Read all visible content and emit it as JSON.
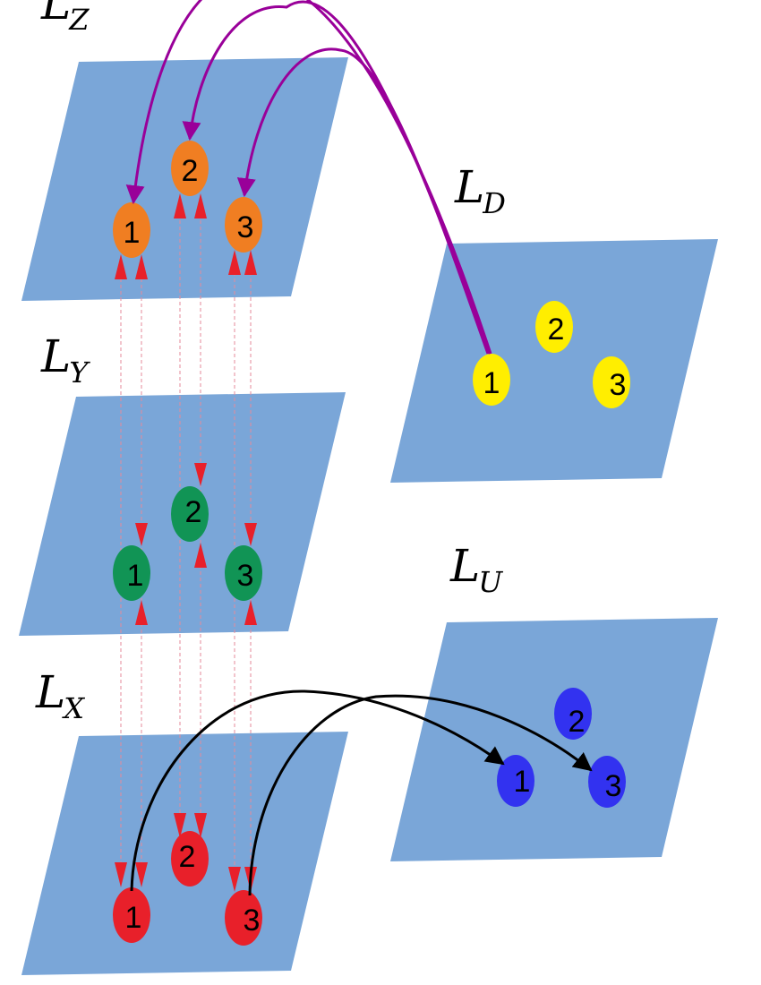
{
  "colors": {
    "plane": "#7aa6d8",
    "marker": "#e8202a",
    "link_purple": "#990099",
    "link_black": "#000000"
  },
  "layers": {
    "LZ": {
      "main": "L",
      "sub": "Z",
      "node_color": "#f07e22",
      "nodes": [
        "1",
        "2",
        "3"
      ]
    },
    "LY": {
      "main": "L",
      "sub": "Y",
      "node_color": "#119455",
      "nodes": [
        "1",
        "2",
        "3"
      ]
    },
    "LX": {
      "main": "L",
      "sub": "X",
      "node_color": "#e8202a",
      "nodes": [
        "1",
        "2",
        "3"
      ]
    },
    "LD": {
      "main": "L",
      "sub": "D",
      "node_color": "#ffee00",
      "nodes": [
        "1",
        "2",
        "3"
      ]
    },
    "LU": {
      "main": "L",
      "sub": "U",
      "node_color": "#3232f0",
      "nodes": [
        "1",
        "2",
        "3"
      ]
    }
  }
}
